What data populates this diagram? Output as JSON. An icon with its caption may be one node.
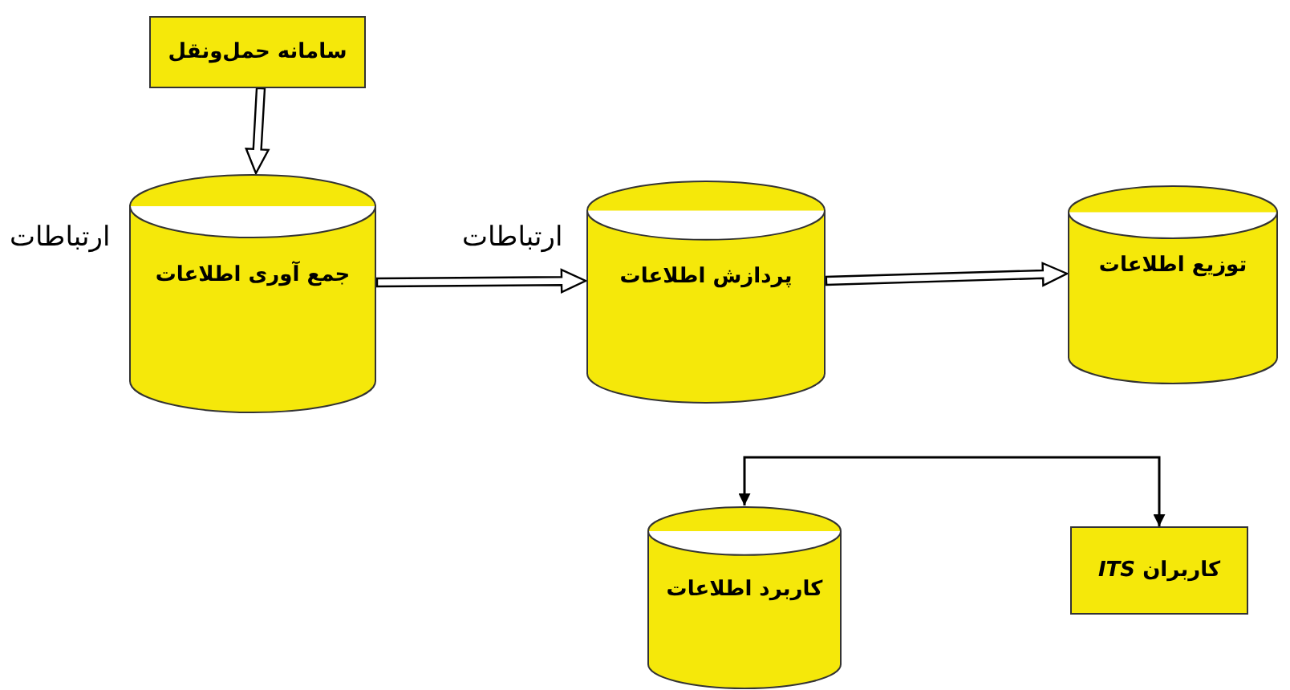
{
  "diagram": {
    "nodes": [
      {
        "text": [
          "سامانه حمل‌ونقل"
        ]
      },
      {
        "text": [
          "جمع آوری اطلاعات"
        ],
        "beside": [
          "ارتباطات"
        ]
      },
      {
        "text": [
          "پردازش اطلاعات"
        ],
        "beside": [
          "ارتباطات"
        ]
      },
      {
        "text": [
          "توزیع اطلاعات"
        ]
      },
      {
        "text": [
          "کاربرد اطلاعات"
        ]
      },
      {
        "text": [
          "کاربران *ITS*"
        ]
      }
    ],
    "edges": [
      {
        "from": 0,
        "to": 1,
        "arrow": "to",
        "style": "thick"
      },
      {
        "from": 1,
        "to": 2,
        "arrow": "to",
        "style": "thick"
      },
      {
        "from": 2,
        "to": 3,
        "arrow": "to",
        "style": "thick"
      },
      {
        "from": 5,
        "to": 4,
        "arrow": "both"
      }
    ]
  }
}
